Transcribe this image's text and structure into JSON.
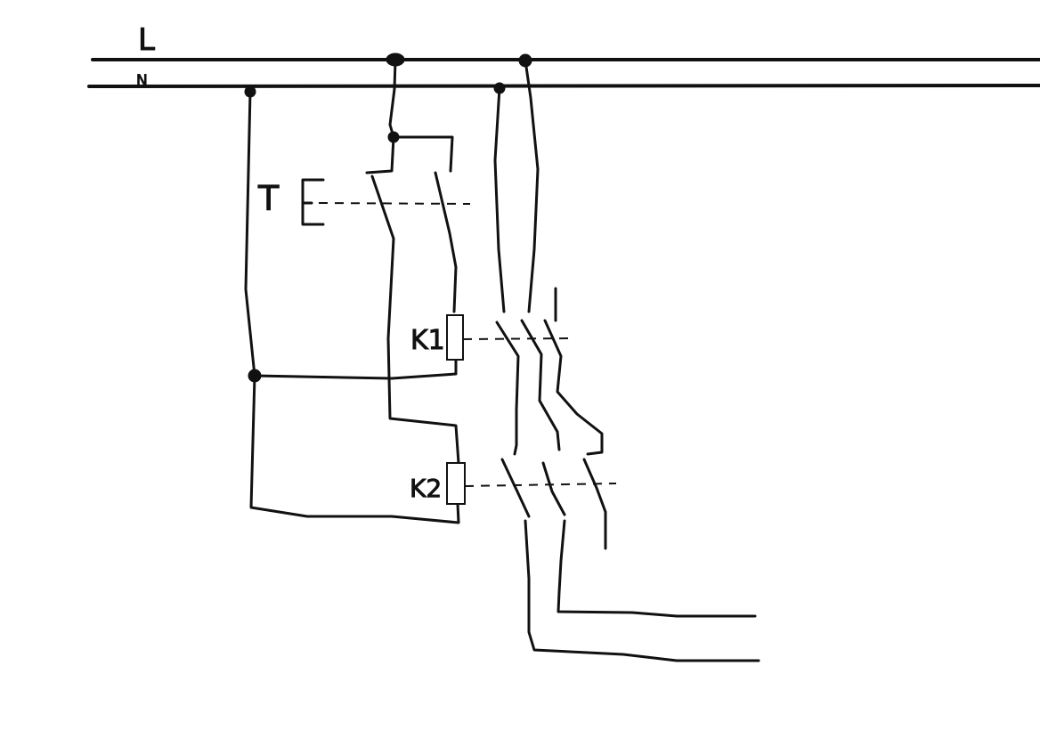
{
  "labels": {
    "line": "L",
    "neutral": "N",
    "pushbutton": "T",
    "coil_1": "K1",
    "coil_2": "K2"
  },
  "colors": {
    "background": "#ffffff",
    "ink": "#111111"
  }
}
